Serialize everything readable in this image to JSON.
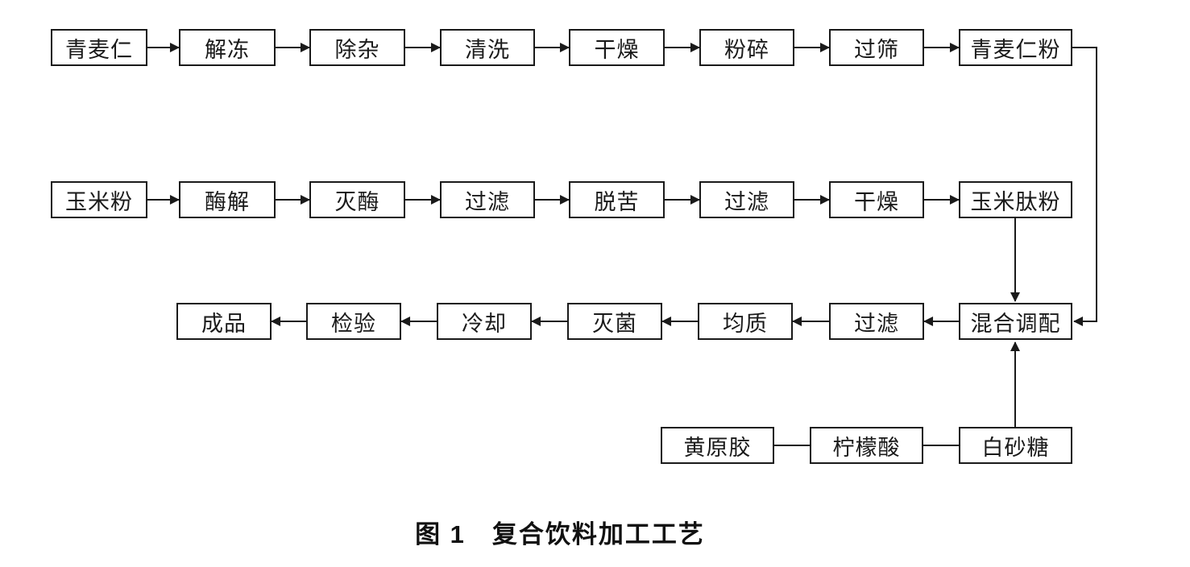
{
  "figure": {
    "caption": "图 1　复合饮料加工工艺"
  },
  "diagram": {
    "row1": [
      "青麦仁",
      "解冻",
      "除杂",
      "清洗",
      "干燥",
      "粉碎",
      "过筛",
      "青麦仁粉"
    ],
    "row2": [
      "玉米粉",
      "酶解",
      "灭酶",
      "过滤",
      "脱苦",
      "过滤",
      "干燥",
      "玉米肽粉"
    ],
    "row3": [
      "成品",
      "检验",
      "冷却",
      "灭菌",
      "均质",
      "过滤",
      "混合调配"
    ],
    "row4": [
      "黄原胶",
      "柠檬酸",
      "白砂糖"
    ]
  },
  "colors": {
    "line": "#1a1a1a",
    "background": "#ffffff"
  }
}
